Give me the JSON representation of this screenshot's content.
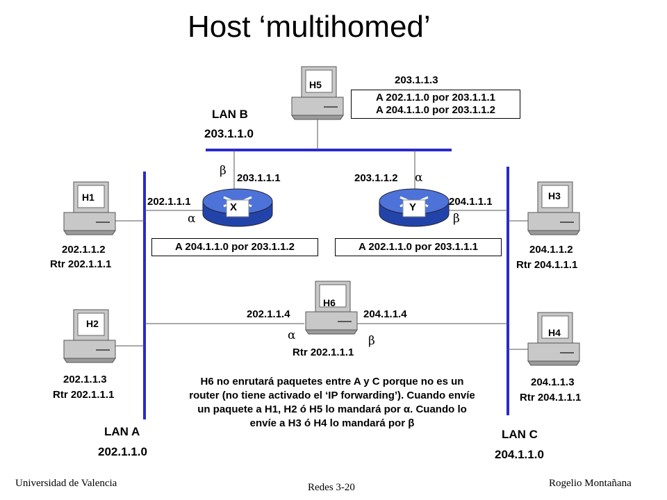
{
  "title": "Host ‘multihomed’",
  "lans": {
    "a": {
      "name": "LAN A",
      "net": "202.1.1.0"
    },
    "b": {
      "name": "LAN B",
      "net": "203.1.1.0"
    },
    "c": {
      "name": "LAN C",
      "net": "204.1.1.0"
    }
  },
  "hosts": {
    "h1": {
      "name": "H1",
      "ip": "202.1.1.2",
      "rtr": "Rtr 202.1.1.1"
    },
    "h2": {
      "name": "H2",
      "ip": "202.1.1.3",
      "rtr": "Rtr 202.1.1.1"
    },
    "h3": {
      "name": "H3",
      "ip": "204.1.1.2",
      "rtr": "Rtr 204.1.1.1"
    },
    "h4": {
      "name": "H4",
      "ip": "204.1.1.3",
      "rtr": "Rtr 204.1.1.1"
    },
    "h5": {
      "name": "H5",
      "ip": "203.1.1.3",
      "route1": "A 202.1.1.0 por 203.1.1.1",
      "route2": "A 204.1.1.0 por 203.1.1.2"
    },
    "h6": {
      "name": "H6",
      "ip_a": "202.1.1.4",
      "ip_c": "204.1.1.4",
      "rtr": "Rtr 202.1.1.1",
      "alpha": "α",
      "beta": "β"
    }
  },
  "routers": {
    "x": {
      "name": "X",
      "ip_lanb": "203.1.1.1",
      "ip_lana": "202.1.1.1",
      "route": "A 204.1.1.0 por 203.1.1.2",
      "if_b": "β",
      "if_a": "α"
    },
    "y": {
      "name": "Y",
      "ip_lanb": "203.1.1.2",
      "ip_lanc": "204.1.1.1",
      "route": "A 202.1.1.0 por 203.1.1.1",
      "if_b": "α",
      "if_c": "β"
    }
  },
  "note": "H6 no enrutará paquetes entre A y C porque no es un router (no tiene activado el ‘IP forwarding’). Cuando envíe un paquete a H1, H2 ó H5 lo mandará por α. Cuando lo envíe a H3 ó H4 lo mandará por β",
  "footer": {
    "left": "Universidad de Valencia",
    "center": "Redes 3-20",
    "right": "Rogelio Montañana"
  },
  "colors": {
    "lan_line": "#2a2acc",
    "router": "#3355cc",
    "pc_body": "#d0d0d0"
  }
}
